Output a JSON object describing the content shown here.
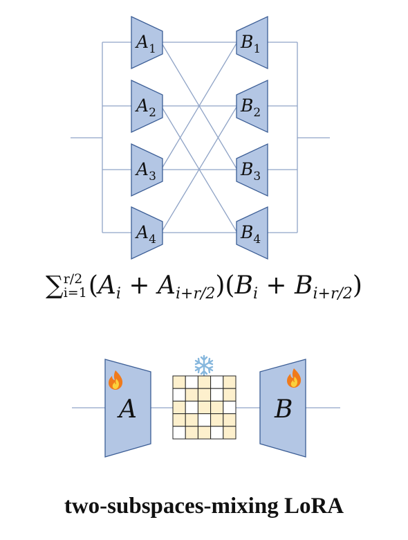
{
  "diagram": {
    "a_blocks": [
      {
        "letter": "A",
        "sub": "1"
      },
      {
        "letter": "A",
        "sub": "2"
      },
      {
        "letter": "A",
        "sub": "3"
      },
      {
        "letter": "A",
        "sub": "4"
      }
    ],
    "b_blocks": [
      {
        "letter": "B",
        "sub": "1"
      },
      {
        "letter": "B",
        "sub": "2"
      },
      {
        "letter": "B",
        "sub": "3"
      },
      {
        "letter": "B",
        "sub": "4"
      }
    ]
  },
  "formula": {
    "sigma": "∑",
    "upper": "r/2",
    "lower": "i=1",
    "open1": "(",
    "a": "A",
    "a_sub_i": "i",
    "plus1": " + ",
    "a2": "A",
    "a2_sub": "i+r/2",
    "close1": ")",
    "open2": "(",
    "b": "B",
    "b_sub_i": "i",
    "plus2": " + ",
    "b2": "B",
    "b2_sub": "i+r/2",
    "close2": ")"
  },
  "lower_module": {
    "a_label": "A",
    "b_label": "B",
    "a_icon": "fire-icon",
    "b_icon": "fire-icon",
    "mixer_icon": "snowflake-icon"
  },
  "caption": "two-subspaces-mixing LoRA",
  "colors": {
    "block_fill": "#b3c6e4",
    "block_stroke": "#3b5d95",
    "line": "#8fa3c6",
    "grid_fill": "#fdf0cd",
    "grid_stroke": "#222222"
  }
}
